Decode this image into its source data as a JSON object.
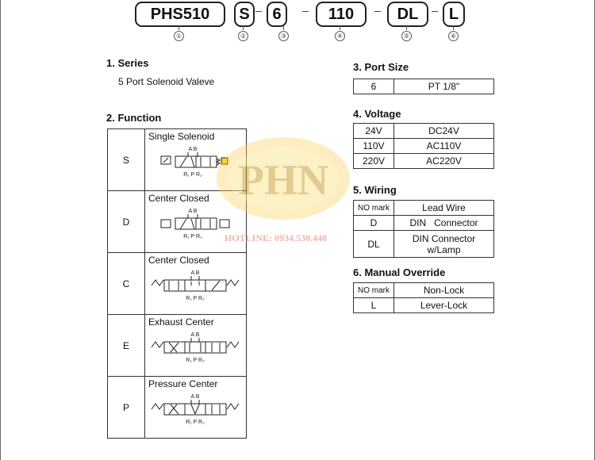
{
  "code": {
    "parts": [
      {
        "text": "PHS510",
        "num": "①"
      },
      {
        "text": "S",
        "num": "②"
      },
      {
        "text": "6",
        "num": "③"
      },
      {
        "text": "110",
        "num": "④"
      },
      {
        "text": "DL",
        "num": "⑤"
      },
      {
        "text": "L",
        "num": "⑥"
      }
    ]
  },
  "series": {
    "heading": "1. Series",
    "text": "5 Port Solenoid Valeve"
  },
  "function": {
    "heading": "2. Function",
    "rows": [
      {
        "code": "S",
        "name": "Single Solenoid"
      },
      {
        "code": "D",
        "name": "Center Closed"
      },
      {
        "code": "C",
        "name": "Center Closed"
      },
      {
        "code": "E",
        "name": "Exhaust Center"
      },
      {
        "code": "P",
        "name": "Pressure Center"
      }
    ],
    "port_top": "A B",
    "port_bottom": "R₁ P R₂"
  },
  "port_size": {
    "heading": "3. Port Size",
    "rows": [
      [
        "6",
        "PT 1/8\""
      ]
    ]
  },
  "voltage": {
    "heading": "4. Voltage",
    "rows": [
      [
        "24V",
        "DC24V"
      ],
      [
        "110V",
        "AC110V"
      ],
      [
        "220V",
        "AC220V"
      ]
    ]
  },
  "wiring": {
    "heading": "5. Wiring",
    "rows": [
      [
        "NO mark",
        "Lead Wire"
      ],
      [
        "D",
        "DIN   Connector"
      ],
      [
        "DL",
        "DIN   Connector\nw/Lamp"
      ]
    ]
  },
  "override": {
    "heading": "6. Manual Override",
    "rows": [
      [
        "NO mark",
        "Non-Lock"
      ],
      [
        "L",
        "Lever-Lock"
      ]
    ]
  },
  "watermark": {
    "logo": "PHN",
    "hotline": "HOTLINE: 0934.530.448",
    "color": "#f2c84b"
  }
}
